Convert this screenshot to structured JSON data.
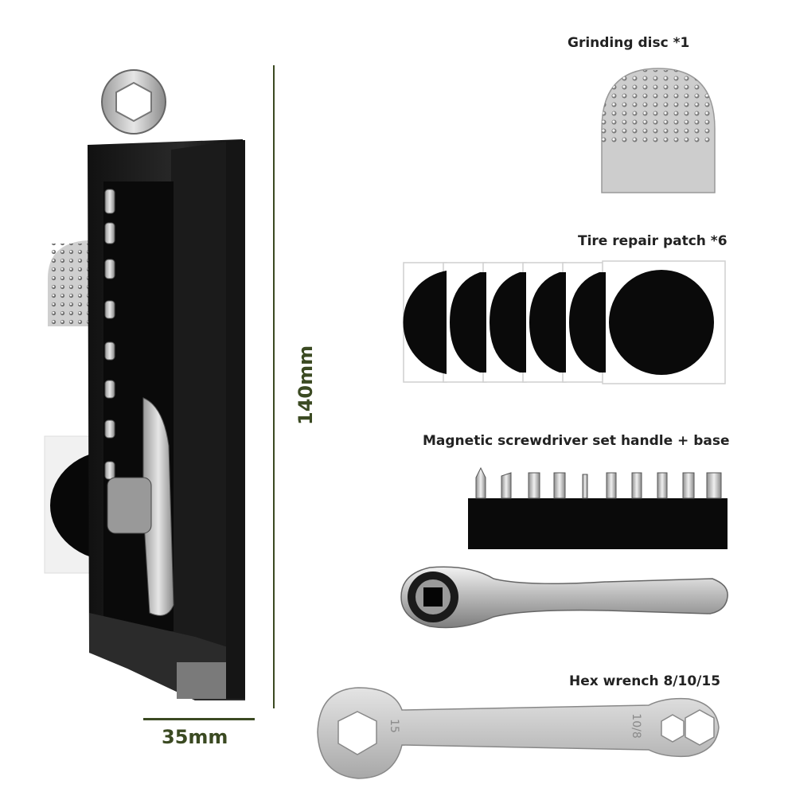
{
  "dimensions": {
    "height_label": "140mm",
    "width_label": "35mm",
    "accent_color": "#3b4a22"
  },
  "components": {
    "grinding_disc": {
      "label": "Grinding disc *1",
      "icon": "grinding-disc-icon"
    },
    "tire_patch": {
      "label": "Tire repair patch *6",
      "count": 6,
      "icon": "tire-patch-icon"
    },
    "screwdriver_set": {
      "label": "Magnetic screwdriver set handle + base",
      "bit_count": 10,
      "icon": "ratchet-handle-icon"
    },
    "hex_wrench": {
      "label": "Hex wrench 8/10/15",
      "left_mark": "15",
      "right_mark": "10/8",
      "icon": "hex-wrench-icon"
    }
  }
}
